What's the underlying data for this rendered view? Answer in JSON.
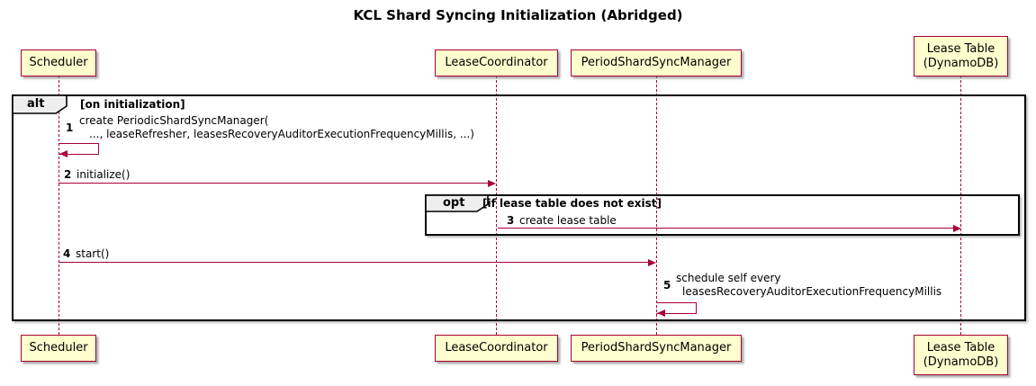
{
  "title": "KCL Shard Syncing Initialization (Abridged)",
  "colors": {
    "participant_fill": "#FEFECE",
    "participant_border": "#A80036",
    "arrow": "#A80036",
    "frame_border": "#000000",
    "pentagon_fill": "#EEEEEE"
  },
  "participants": [
    {
      "label": "Scheduler"
    },
    {
      "label": "LeaseCoordinator"
    },
    {
      "label": "PeriodShardSyncManager"
    },
    {
      "label": "Lease Table\n(DynamoDB)"
    }
  ],
  "frames": {
    "alt": {
      "operator": "alt",
      "condition": "[on initialization]"
    },
    "opt": {
      "operator": "opt",
      "condition": "[if lease table does not exist]"
    }
  },
  "messages": [
    {
      "num": "1",
      "line1": "create PeriodicShardSyncManager(",
      "line2": "..., leaseRefresher, leasesRecoveryAuditorExecutionFrequencyMillis, ...)"
    },
    {
      "num": "2",
      "text": "initialize()"
    },
    {
      "num": "3",
      "text": "create lease table"
    },
    {
      "num": "4",
      "text": "start()"
    },
    {
      "num": "5",
      "line1": "schedule self every",
      "line2": "leasesRecoveryAuditorExecutionFrequencyMillis"
    }
  ]
}
